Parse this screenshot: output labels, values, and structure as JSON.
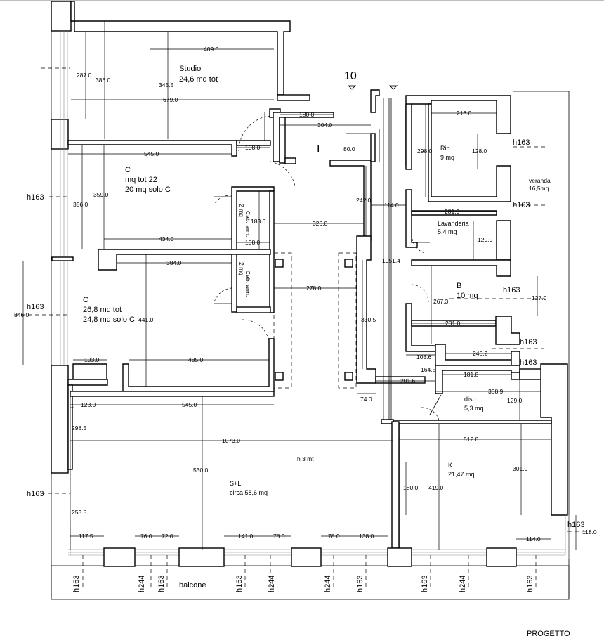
{
  "sheet_label": "PROGETTO",
  "unit_number": "10",
  "marker_I": "I",
  "balcony_label": "balcone",
  "ceiling_height": "h 3 mt",
  "rooms": {
    "studio": [
      "Studio",
      "24,6 mq tot"
    ],
    "c1": [
      "C",
      "mq tot 22",
      "20 mq solo C"
    ],
    "c2": [
      "C",
      "26,8 mq tot",
      "24,8 mq solo C"
    ],
    "rip": [
      "Rip.",
      "9 mq"
    ],
    "veranda": [
      "veranda",
      "16,5mq"
    ],
    "lavanderia": [
      "Lavanderia",
      "5,4 mq"
    ],
    "b": [
      "B",
      "10 mq"
    ],
    "disp": [
      "disp",
      "5,3 mq"
    ],
    "k": [
      "K",
      "21,47 mq"
    ],
    "sl": [
      "S+L",
      "circa 58,6 mq"
    ],
    "cab1": [
      "Cab. arm.",
      "2 mq"
    ],
    "cab2": [
      "Cab. arm.",
      "2 mq"
    ]
  },
  "dimensions": [
    "409.0",
    "287.0",
    "386.0",
    "345.5",
    "679.0",
    "180.0",
    "304.0",
    "108.0",
    "545.0",
    "80.0",
    "359.0",
    "356.0",
    "183.0",
    "326.0",
    "242.0",
    "114.0",
    "434.0",
    "108.0",
    "384.0",
    "278.0",
    "346.0",
    "441.0",
    "330.5",
    "1051.4",
    "103.0",
    "485.0",
    "201.6",
    "74.0",
    "128.0",
    "545.0",
    "298.5",
    "1073.0",
    "530.0",
    "253.5",
    "117.5",
    "76.0",
    "72.0",
    "141.0",
    "78.0",
    "78.0",
    "138.0",
    "216.0",
    "298.0",
    "128.0",
    "281.0",
    "120.0",
    "267.3",
    "127.0",
    "281.0",
    "103.6",
    "246.2",
    "164.5",
    "181.8",
    "358.9",
    "129.0",
    "512.8",
    "180.0",
    "419.0",
    "301.0",
    "114.0",
    "118.0"
  ],
  "height_marks": [
    "h163",
    "h163",
    "h163",
    "h163",
    "h163",
    "h163",
    "h163",
    "h163",
    "h163",
    "h244",
    "h163",
    "h163",
    "h244",
    "h244",
    "h163",
    "h163",
    "h244",
    "h163"
  ]
}
